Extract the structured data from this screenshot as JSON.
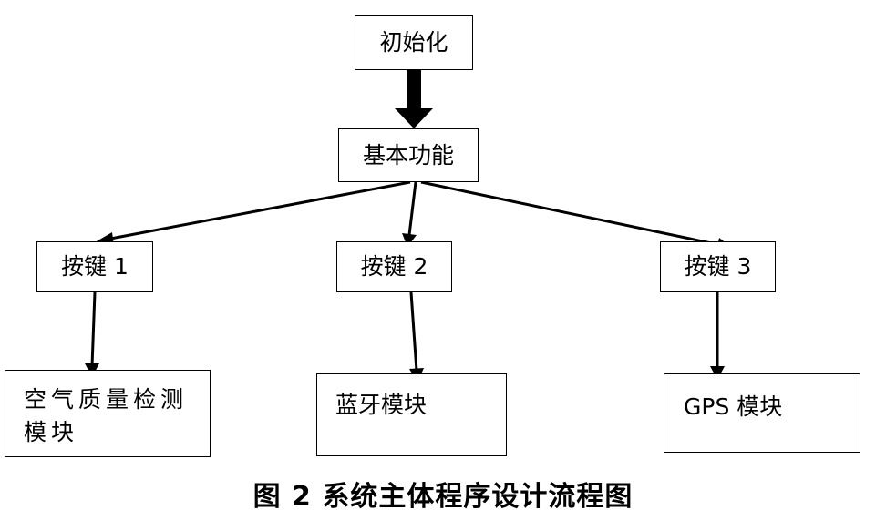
{
  "nodes": {
    "init": "初始化",
    "basic": "基本功能",
    "key1": "按键 1",
    "key2": "按键 2",
    "key3": "按键 3",
    "air_line1": "空气质量检测",
    "air_line2": "模块",
    "bluetooth": "蓝牙模块",
    "gps": "GPS 模块"
  },
  "caption": "图 2  系统主体程序设计流程图"
}
